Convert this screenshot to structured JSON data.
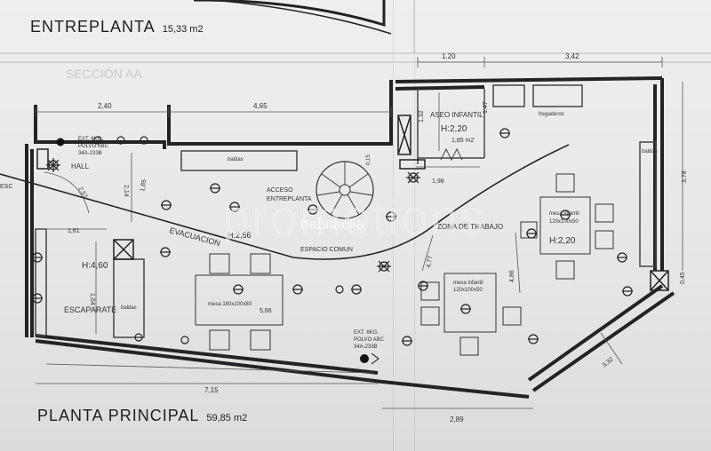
{
  "titles": {
    "entreplanta": "ENTREPLANTA",
    "entreplanta_area": "15,33 m2",
    "planta_principal": "PLANTA PRINCIPAL",
    "planta_principal_area": "59,85 m2",
    "seccion": "SECCIÓN AA"
  },
  "rooms": {
    "hall": "HALL",
    "escaparate": "ESCAPARATE",
    "baldas_left": "baldas",
    "baldas_top": "baldas",
    "baldas_right": "baldas",
    "acceso_entreplanta": "ACCESO\nENTREPLANTA",
    "acceso_1": "ACCESO",
    "acceso_2": "ENTREPLANTA",
    "evacuacion": "EVACUACION",
    "espacio_comun": "ESPACIO COMUN",
    "zona_trabajo": "ZONA DE TRABAJO",
    "aseo_infantil": "ASEO INFANTIL",
    "fregaderos": "fregaderos",
    "mesa_grande": "mesa 180x100x80",
    "mesa_infantil_1_a": "mesa infantil",
    "mesa_infantil_1_b": "120x100x50",
    "mesa_infantil_2_a": "mesa infantil",
    "mesa_infantil_2_b": "120x100x50"
  },
  "heights": {
    "h460": "H:4,60",
    "h256": "H:2,56",
    "h220_aseo": "H:2,20",
    "h220_zona": "H:2,20"
  },
  "extinguisher": {
    "top_1": "EXT. 6KG.",
    "top_2": "POLVO ABC",
    "top_3": "34A-233B",
    "bottom_1": "EXT. 6KG.",
    "bottom_2": "POLVO ABC",
    "bottom_3": "34A-233B"
  },
  "dimensions": {
    "d240": "2,40",
    "d465": "4,65",
    "d120": "1.20",
    "d342": "3,42",
    "d257": "2,57",
    "d214": "2,14",
    "d185": "1,85",
    "d161": "1,61",
    "d164": "1,64",
    "d566": "5,66",
    "d185m2": "1,85 m2",
    "d147": "1.47",
    "d132": "1.32",
    "d198": "1,98",
    "d477": "4,77",
    "d486": "4,86",
    "d378": "3,78",
    "d045": "0,45",
    "d332": "3,32",
    "d715": "7,15",
    "d289": "2,89",
    "d015": "0,15",
    "d_esc": "ESC"
  },
  "watermark": {
    "main": "promotions",
    "sub": "habitaclia"
  },
  "colors": {
    "paper": "#e9e9e7",
    "ink": "#1e1e1e",
    "wall": "#2a2a2a"
  }
}
